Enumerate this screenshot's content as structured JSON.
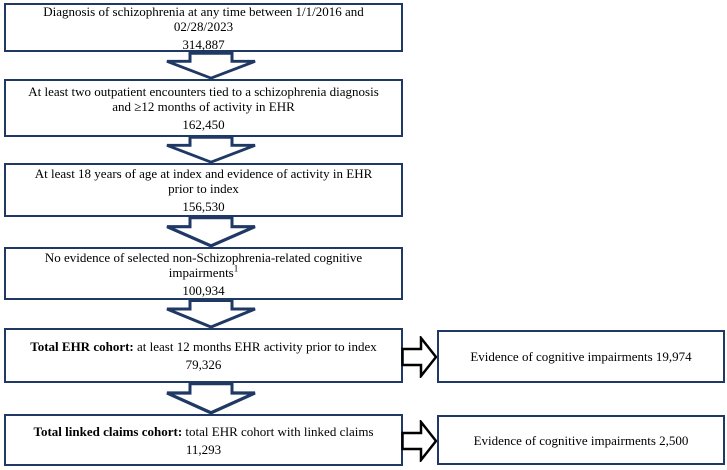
{
  "colors": {
    "box_border": "#1f3864",
    "down_arrow": "#1f3864",
    "side_arrow": "#000000",
    "text": "#000000",
    "background": "#ffffff"
  },
  "flow": {
    "steps": [
      {
        "bold": "",
        "text": "Diagnosis of schizophrenia at any time between 1/1/2016 and 02/28/2023",
        "sup": "",
        "count": "314,887"
      },
      {
        "bold": "",
        "text": "At least two outpatient encounters tied to a schizophrenia diagnosis and ≥12 months of activity in EHR",
        "sup": "",
        "count": "162,450"
      },
      {
        "bold": "",
        "text": "At least 18 years of age at index and evidence of activity in EHR prior to index",
        "sup": "",
        "count": "156,530"
      },
      {
        "bold": "",
        "text": "No evidence of selected non-Schizophrenia-related cognitive impairments",
        "sup": "1",
        "count": "100,934"
      },
      {
        "bold": "Total EHR cohort:",
        "text": " at least 12 months EHR activity prior to index",
        "sup": "",
        "count": "79,326"
      },
      {
        "bold": "Total linked claims cohort:",
        "text": " total EHR cohort with linked claims",
        "sup": "",
        "count": "11,293"
      }
    ],
    "side_notes": [
      {
        "text": "Evidence of cognitive impairments 19,974"
      },
      {
        "text": "Evidence of cognitive impairments 2,500"
      }
    ]
  }
}
